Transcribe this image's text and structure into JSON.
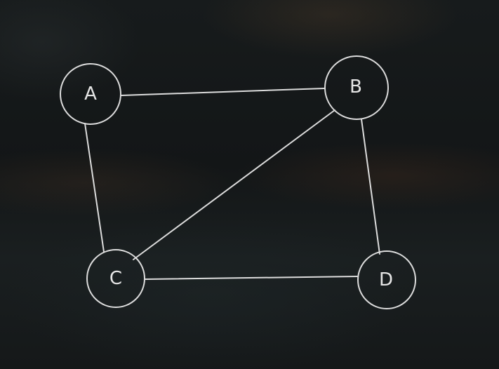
{
  "graph": {
    "nodes": [
      {
        "id": "A",
        "label": "A"
      },
      {
        "id": "B",
        "label": "B"
      },
      {
        "id": "C",
        "label": "C"
      },
      {
        "id": "D",
        "label": "D"
      }
    ],
    "edges": [
      {
        "from": "A",
        "to": "B"
      },
      {
        "from": "A",
        "to": "C"
      },
      {
        "from": "B",
        "to": "C"
      },
      {
        "from": "B",
        "to": "D"
      },
      {
        "from": "C",
        "to": "D"
      }
    ],
    "colors": {
      "stroke": "#dcdcdc",
      "label": "#e6e6e6",
      "background": "#141718"
    }
  }
}
